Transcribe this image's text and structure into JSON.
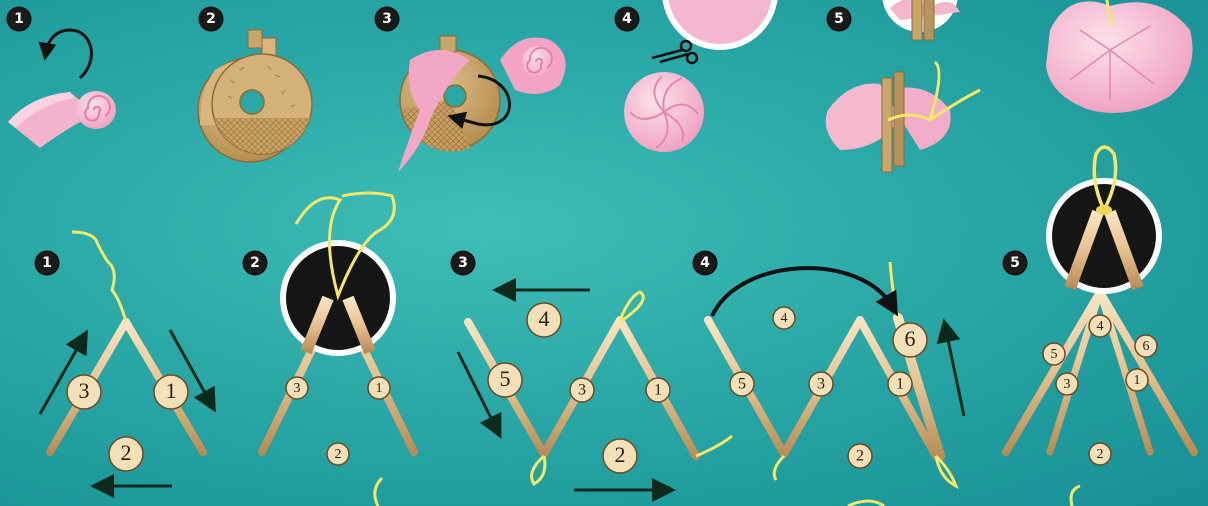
{
  "pompom_steps": [
    "1",
    "2",
    "3",
    "4",
    "5"
  ],
  "triangle_steps": [
    "1",
    "2",
    "3",
    "4",
    "5"
  ],
  "t1_labels": [
    "1",
    "2",
    "3"
  ],
  "t2_labels": [
    "1",
    "2",
    "3"
  ],
  "t3_labels": [
    "1",
    "2",
    "3",
    "4",
    "5"
  ],
  "t4_labels": [
    "1",
    "2",
    "3",
    "4",
    "5",
    "6"
  ],
  "t5_labels": [
    "1",
    "2",
    "3",
    "4",
    "5",
    "6"
  ],
  "colors": {
    "background": "#2aa8a6",
    "stick": "#e9c89a",
    "yarn": "#f3e86a",
    "pink": "#f6c0d4",
    "cardboard": "#c9a66b",
    "arrow": "#0b2a1c"
  }
}
